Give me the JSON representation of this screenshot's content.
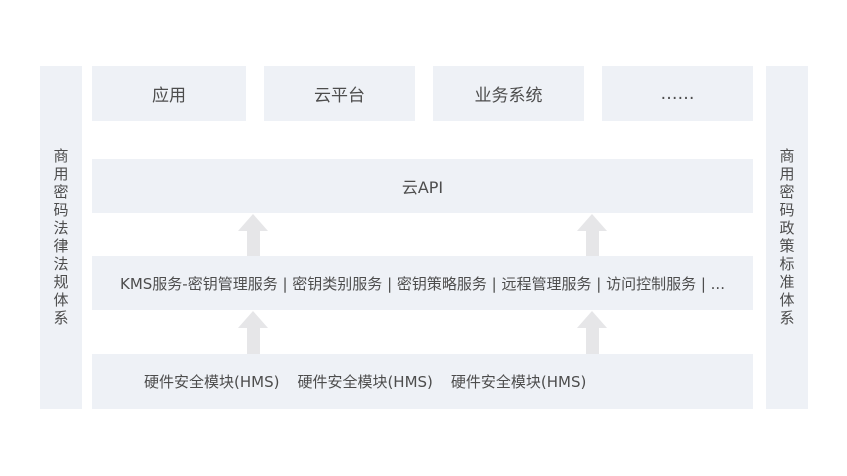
{
  "colors": {
    "box_bg": "#eef1f6",
    "arrow": "#e6e6e8",
    "text": "#4d4d4d",
    "page_bg": "#ffffff"
  },
  "left_pillar": {
    "label": "商用密码法律法规体系"
  },
  "right_pillar": {
    "label": "商用密码政策标准体系"
  },
  "top_row": {
    "items": [
      {
        "label": "应用"
      },
      {
        "label": "云平台"
      },
      {
        "label": "业务系统"
      },
      {
        "label": "……"
      }
    ]
  },
  "api_row": {
    "label": "云API"
  },
  "kms_row": {
    "label": "KMS服务-密钥管理服务 | 密钥类别服务 | 密钥策略服务 | 远程管理服务 | 访问控制服务 | ..."
  },
  "hms_row": {
    "items": [
      {
        "label": "硬件安全模块(HMS)"
      },
      {
        "label": "硬件安全模块(HMS)"
      },
      {
        "label": "硬件安全模块(HMS)"
      }
    ]
  }
}
